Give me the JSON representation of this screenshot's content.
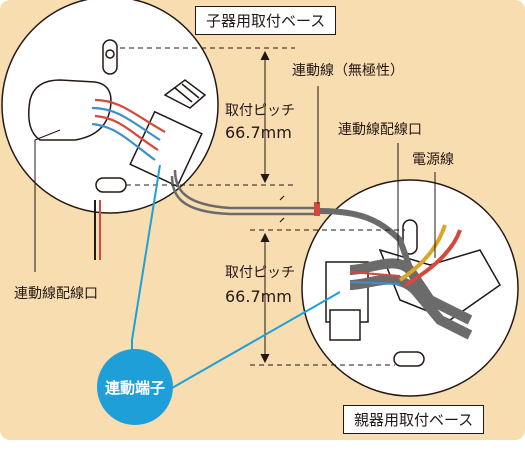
{
  "labels": {
    "child_base": "子器用取付ベース",
    "parent_base": "親器用取付ベース",
    "pitch_top_1": "取付ピッチ",
    "pitch_top_2": "66.7mm",
    "pitch_bottom_1": "取付ピッチ",
    "pitch_bottom_2": "66.7mm",
    "interlink_wire": "連動線（無極性）",
    "interlink_port_right": "連動線配線口",
    "power_wire": "電源線",
    "interlink_port_left": "連動線配線口",
    "interlink_terminal": "連動端子"
  },
  "colors": {
    "background": "#f8ddb0",
    "terminal_bubble": "#1f9fd8",
    "wire_red": "#d4483d",
    "wire_blue": "#3e8fcb",
    "wire_gray": "#6b6b6b",
    "wire_gold": "#d9a62a"
  }
}
